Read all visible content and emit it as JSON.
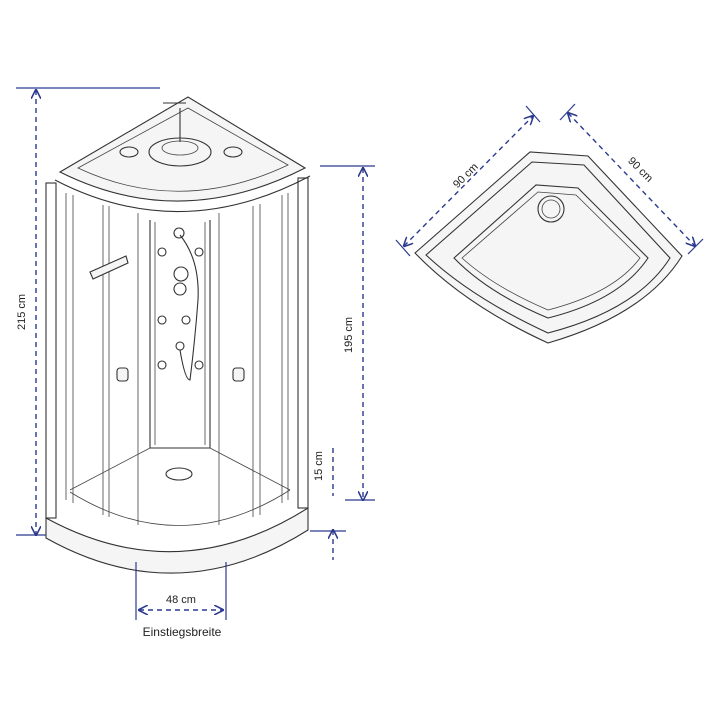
{
  "diagram": {
    "dimensions": {
      "total_height": "215 cm",
      "panel_height": "195 cm",
      "tray_height": "15 cm",
      "entry_width": "48 cm",
      "entry_caption": "Einstiegsbreite",
      "side_left": "90 cm",
      "side_right": "90 cm"
    },
    "colors": {
      "dimension_line": "#2b3a8f",
      "outline": "#333333"
    }
  }
}
